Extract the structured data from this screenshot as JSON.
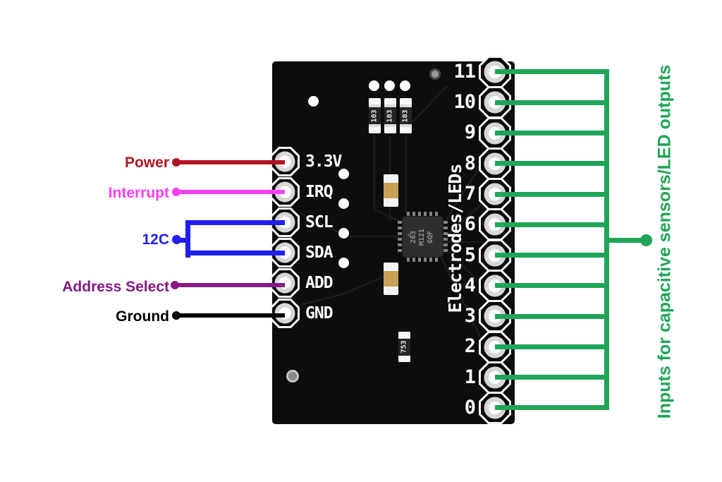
{
  "diagram": {
    "background_color": "#ffffff",
    "board_color": "#0d0d0d",
    "silkscreen_color": "#ffffff"
  },
  "annotations": {
    "left": [
      {
        "label": "Power",
        "target_pin": "3.3V",
        "color": "#b11420"
      },
      {
        "label": "Interrupt",
        "target_pin": "IRQ",
        "color": "#fb3df6"
      },
      {
        "label": "12C",
        "target_pins": [
          "SCL",
          "SDA"
        ],
        "color": "#1f1fee"
      },
      {
        "label": "Address Select",
        "target_pin": "ADD",
        "color": "#851a85"
      },
      {
        "label": "Ground",
        "target_pin": "GND",
        "color": "#000000"
      }
    ],
    "right": {
      "label": "Inputs for capacitive sensors/LED outputs",
      "color": "#1fa558",
      "target_pins": [
        "11",
        "10",
        "9",
        "8",
        "7",
        "6",
        "5",
        "4",
        "3",
        "2",
        "1",
        "0"
      ]
    }
  },
  "board": {
    "left_header_pins": [
      {
        "label": "3.3V"
      },
      {
        "label": "IRQ"
      },
      {
        "label": "SCL"
      },
      {
        "label": "SDA"
      },
      {
        "label": "ADD"
      },
      {
        "label": "GND"
      }
    ],
    "right_header": {
      "silkscreen_label": "Electrodes/LEDs",
      "pin_numbers": [
        "11",
        "10",
        "9",
        "8",
        "7",
        "6",
        "5",
        "4",
        "3",
        "2",
        "1",
        "0"
      ]
    },
    "components": {
      "ic_marking_lines": [
        "263",
        "M121",
        "GQF"
      ],
      "top_resistor_marking": "103",
      "bottom_resistor_marking": "753"
    }
  }
}
